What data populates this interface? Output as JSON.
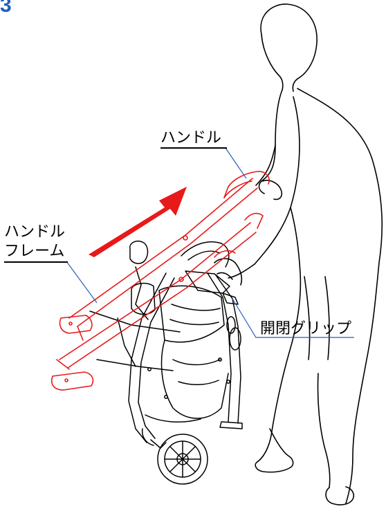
{
  "step_number": "3",
  "labels": {
    "handle": "ハンドル",
    "handle_frame_line1": "ハンドル",
    "handle_frame_line2": "フレーム",
    "grip": "開閉グリップ"
  },
  "colors": {
    "step_number": "#1f5fbf",
    "handle_highlight": "#e8191a",
    "leader_line": "#1f5fbf",
    "outline": "#000000"
  }
}
